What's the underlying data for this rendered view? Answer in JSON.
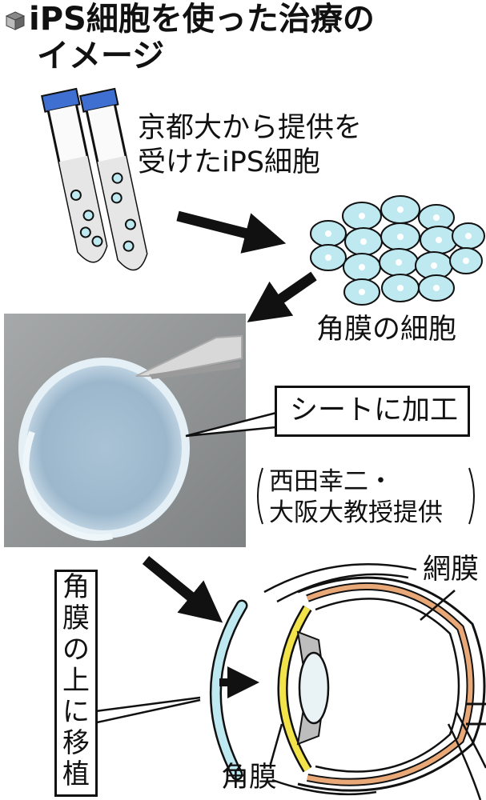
{
  "title": {
    "line1": "iPS細胞を使った治療の",
    "line2": "イメージ"
  },
  "labels": {
    "source_line1": "京都大から提供を",
    "source_line2": "受けたiPS細胞",
    "cornea_cells": "角膜の細胞",
    "sheet_process": "シートに加工",
    "credit_line1": "西田幸二・",
    "credit_line2": "大阪大教授提供",
    "transplant": [
      "角",
      "膜",
      "の",
      "上",
      "に",
      "移",
      "植"
    ],
    "retina": "網膜",
    "cornea": "角膜"
  },
  "icons": {
    "title_marker": "cube-icon"
  },
  "colors": {
    "cap_blue": "#3f6fd0",
    "cell_fill": "#bfe9f0",
    "cell_nucleus": "#ffffff",
    "cornea_yellow": "#f3e34a",
    "eye_orange": "#e8a878",
    "lens_gray": "#dcdcdc",
    "sheet_bg": "#8f9293"
  }
}
